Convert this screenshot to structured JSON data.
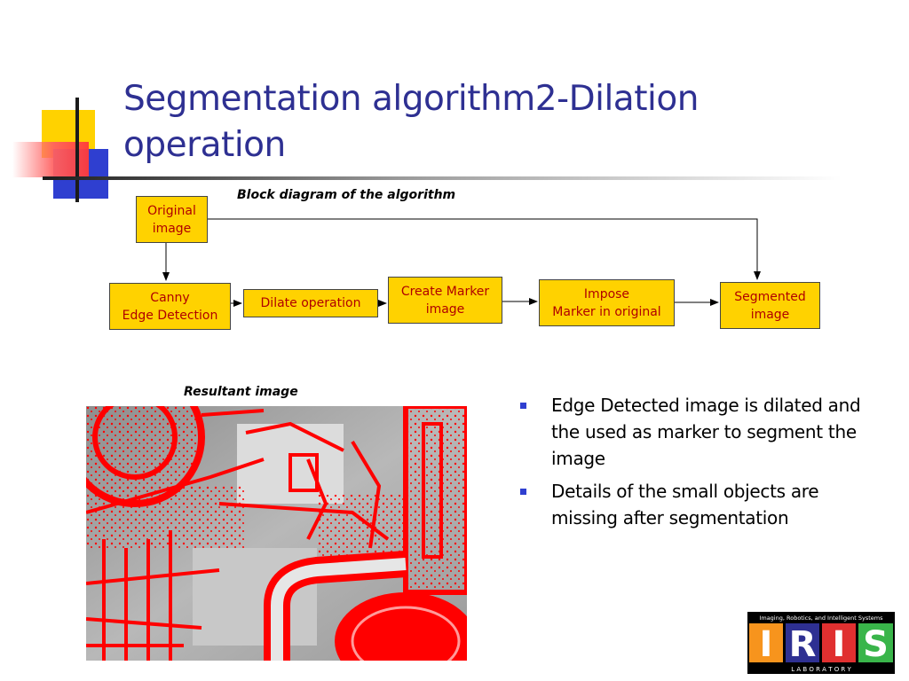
{
  "slide": {
    "title": "Segmentation algorithm2-Dilation operation"
  },
  "diagram": {
    "caption": "Block diagram of the algorithm",
    "boxes": {
      "original": "Original\nimage",
      "canny": "Canny\nEdge Detection",
      "dilate": "Dilate operation",
      "marker": "Create Marker\nimage",
      "impose": "Impose\nMarker in original",
      "segmented": "Segmented\nimage"
    },
    "colors": {
      "box_fill": "#ffd200",
      "box_text": "#b00000"
    }
  },
  "result": {
    "caption": "Resultant image"
  },
  "bullets": [
    "Edge Detected image is dilated and the used as marker to segment the image",
    "Details of the small objects are missing after segmentation"
  ],
  "logo": {
    "tagline": "Imaging, Robotics, and Intelligent Systems",
    "letters": [
      "I",
      "R",
      "I",
      "S"
    ],
    "sub": "L A B O R A T O R Y",
    "colors": [
      "#f7941d",
      "#2e3092",
      "#e03030",
      "#39b54a"
    ]
  },
  "theme": {
    "title_color": "#2e3092",
    "accent_blue": "#2f3fd0",
    "accent_yellow": "#ffd200"
  }
}
